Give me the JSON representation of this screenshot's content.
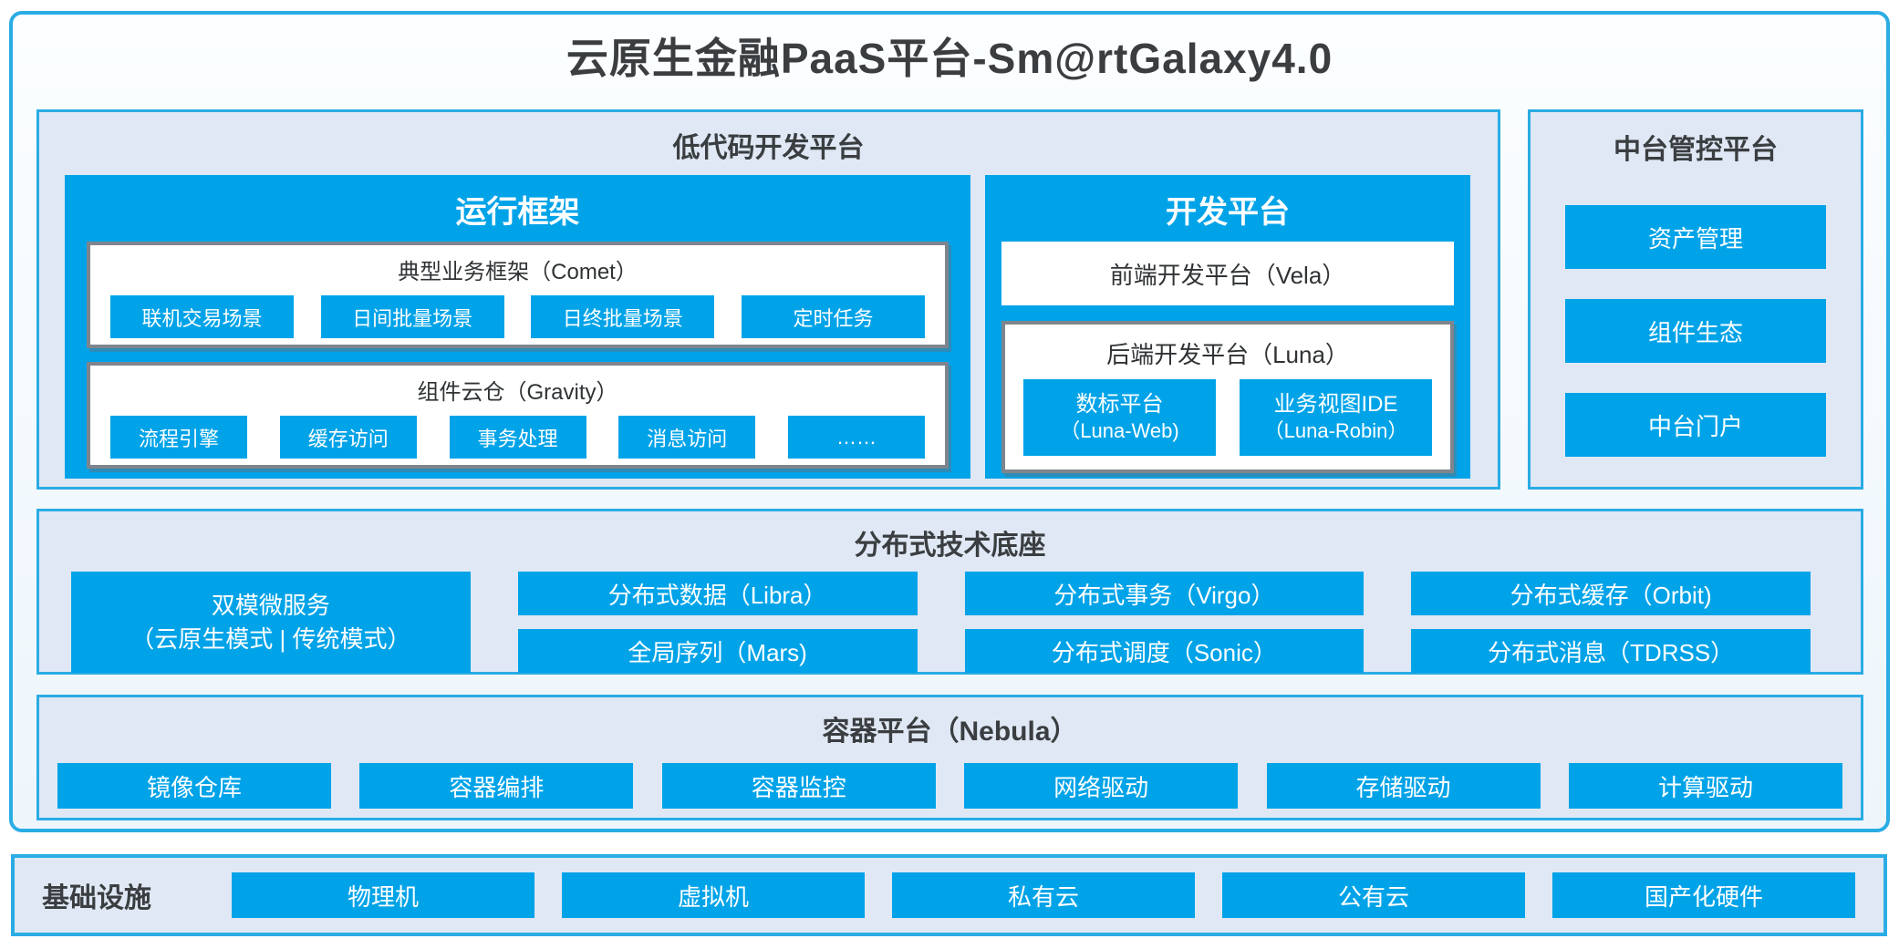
{
  "colors": {
    "accent_blue": "#00a3e8",
    "panel_border": "#2aace4",
    "panel_fill": "#dfe8f4",
    "gray_box_border": "#7e858c",
    "text_dark": "#3b3e41",
    "text_white": "#ffffff"
  },
  "main_title": "云原生金融PaaS平台-Sm@rtGalaxy4.0",
  "low_code": {
    "title": "低代码开发平台",
    "runtime_framework": {
      "title": "运行框架",
      "comet": {
        "title": "典型业务框架（Comet）",
        "items": [
          "联机交易场景",
          "日间批量场景",
          "日终批量场景",
          "定时任务"
        ]
      },
      "gravity": {
        "title": "组件云仓（Gravity）",
        "items": [
          "流程引擎",
          "缓存访问",
          "事务处理",
          "消息访问",
          "……"
        ]
      }
    },
    "dev_platform": {
      "title": "开发平台",
      "vela": {
        "title": "前端开发平台（Vela）"
      },
      "luna": {
        "title": "后端开发平台（Luna）",
        "items": [
          {
            "line1": "数标平台",
            "line2": "（Luna-Web)"
          },
          {
            "line1": "业务视图IDE",
            "line2": "（Luna-Robin）"
          }
        ]
      }
    }
  },
  "mid_platform": {
    "title": "中台管控平台",
    "items": [
      "资产管理",
      "组件生态",
      "中台门户"
    ]
  },
  "distributed_base": {
    "title": "分布式技术底座",
    "dual_mode": {
      "line1": "双模微服务",
      "line2": "（云原生模式 | 传统模式）"
    },
    "columns": [
      [
        "分布式数据（Libra）",
        "全局序列（Mars)"
      ],
      [
        "分布式事务（Virgo）",
        "分布式调度（Sonic）"
      ],
      [
        "分布式缓存（Orbit)",
        "分布式消息（TDRSS）"
      ]
    ]
  },
  "container_platform": {
    "title": "容器平台（Nebula）",
    "items": [
      "镜像仓库",
      "容器编排",
      "容器监控",
      "网络驱动",
      "存储驱动",
      "计算驱动"
    ]
  },
  "infrastructure": {
    "title": "基础设施",
    "items": [
      "物理机",
      "虚拟机",
      "私有云",
      "公有云",
      "国产化硬件"
    ]
  }
}
